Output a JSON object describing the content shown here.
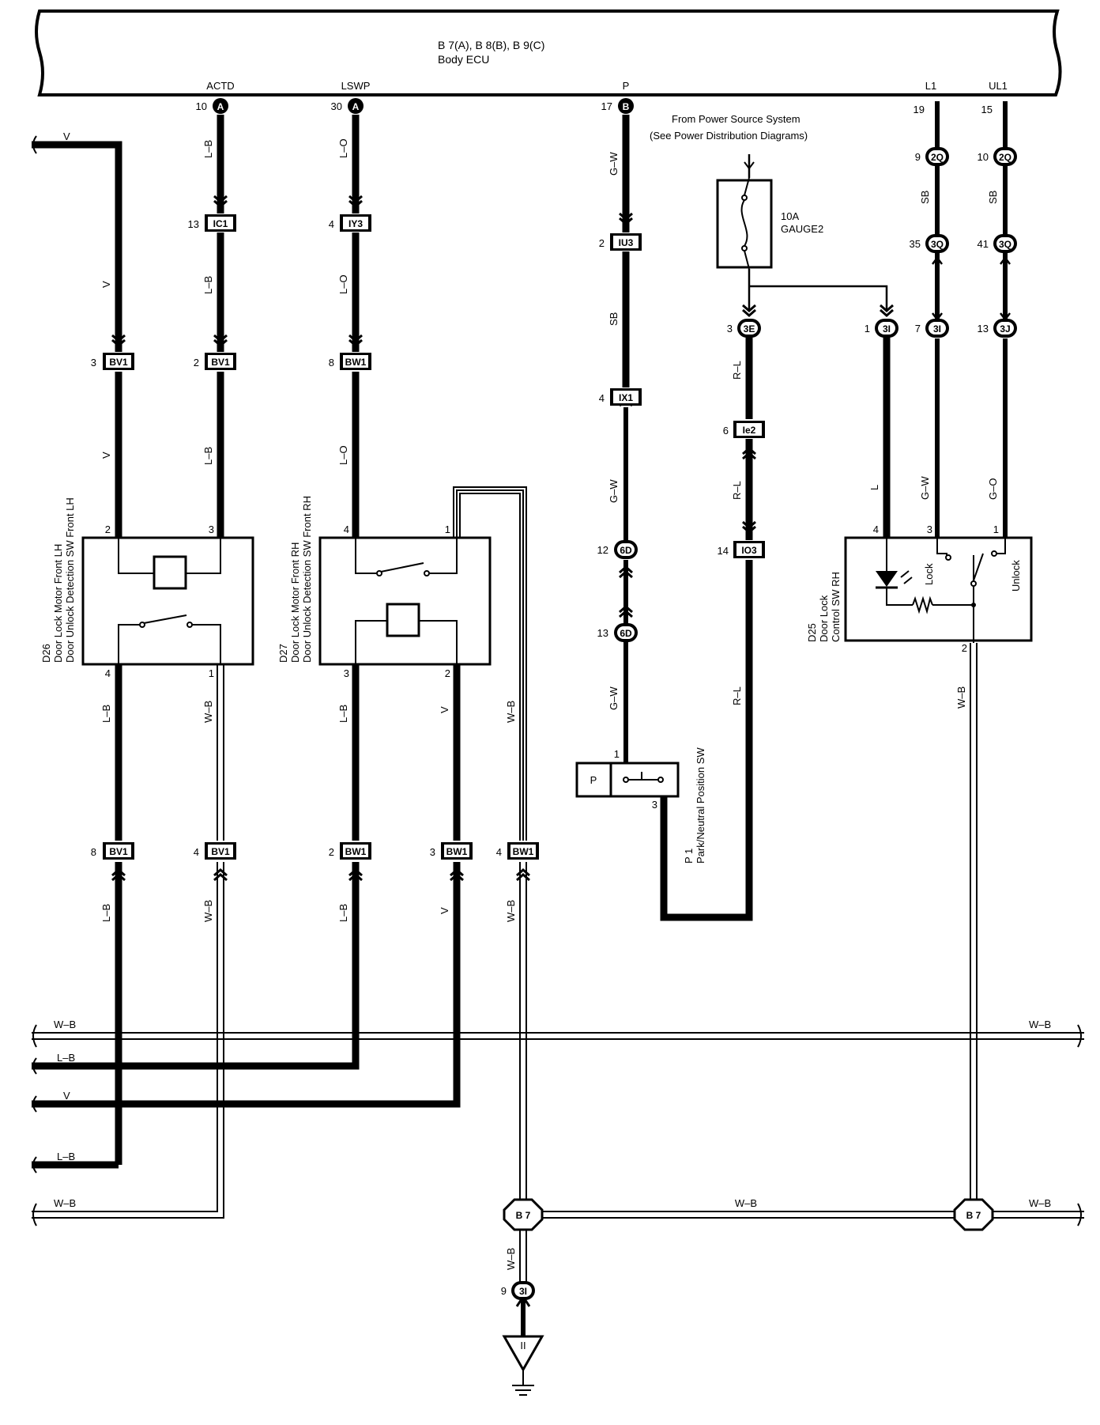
{
  "ecu": {
    "line1": "B 7(A), B 8(B), B 9(C)",
    "line2": "Body ECU",
    "terminals": [
      {
        "name": "ACTD",
        "pin": "10",
        "conn": "A"
      },
      {
        "name": "LSWP",
        "pin": "30",
        "conn": "A"
      },
      {
        "name": "P",
        "pin": "17",
        "conn": "B"
      },
      {
        "name": "L1",
        "pin": "19"
      },
      {
        "name": "UL1",
        "pin": "15"
      }
    ]
  },
  "power": {
    "line1": "From Power Source System",
    "line2": "(See Power Distribution Diagrams)",
    "fuse_amp": "10A",
    "fuse_name": "GAUGE2"
  },
  "wire_colors": {
    "left_v": "V",
    "actd": "L–B",
    "lswp": "L–O",
    "p_top": "G–W",
    "p_mid": "SB",
    "p_low": "G–W",
    "p_bottom": "G–W",
    "rl_top": "R–L",
    "rl_mid": "R–L",
    "rl_bottom": "R–L",
    "l": "L",
    "l1_top": "SB",
    "ul1_top": "SB",
    "l1_low": "G–W",
    "ul1_low": "G–O",
    "d25_out": "W–B",
    "d26_out4": "L–B",
    "d26_out1": "W–B",
    "d27_out3": "L–B",
    "d27_out2": "V",
    "d27_loop": "W–B",
    "bus_wb": "W–B",
    "bus_lb": "L–B",
    "bus_v": "V",
    "b7_ground": "W–B"
  },
  "connectors": {
    "ic1": "IC1",
    "iy3": "IY3",
    "iu3": "IU3",
    "ix1": "IX1",
    "bv1": "BV1",
    "bw1": "BW1",
    "c6d": "6D",
    "c3e": "3E",
    "ie2": "Ie2",
    "io3": "IO3",
    "c2q": "2Q",
    "c3q": "3Q",
    "c3i": "3I",
    "c3j": "3J",
    "b7": "B 7",
    "ground": "II"
  },
  "pins": {
    "ic1": "13",
    "iy3": "4",
    "iu3": "2",
    "ix1": "4",
    "bv1_v": "3",
    "bv1_lb": "2",
    "bw1_lo": "8",
    "c6d_a": "12",
    "c6d_b": "13",
    "c3e": "3",
    "ie2": "6",
    "io3": "14",
    "c2q_l1": "9",
    "c2q_ul1": "10",
    "c3q_l1": "35",
    "c3q_ul1": "41",
    "c3i_l": "1",
    "c3i_l1": "7",
    "c3j": "13",
    "d26_top_left": "2",
    "d26_top_right": "3",
    "d26_bot_left": "4",
    "d26_bot_right": "1",
    "d27_top_left": "4",
    "d27_top_right": "1",
    "d27_bot_left": "3",
    "d27_bot_right": "2",
    "d25_p4": "4",
    "d25_p3": "3",
    "d25_p1": "1",
    "d25_p2": "2",
    "p1_1": "1",
    "p1_3": "3",
    "bv1_lower_a": "8",
    "bv1_lower_b": "4",
    "bw1_lower_a": "2",
    "bw1_lower_b": "3",
    "bw1_lower_c": "4",
    "ground_pin": "9"
  },
  "components": {
    "d26": {
      "id": "D26",
      "name1": "Door Lock Motor Front LH",
      "name2": "Door Unlock Detection SW Front LH"
    },
    "d27": {
      "id": "D27",
      "name1": "Door Lock Motor Front RH",
      "name2": "Door Unlock Detection SW Front RH"
    },
    "d25": {
      "id": "D25",
      "name1": "Door Lock",
      "name2": "Control SW RH",
      "lock": "Lock",
      "unlock": "Unlock"
    },
    "p1": {
      "id": "P 1",
      "name": "Park/Neutral Position SW",
      "box": "P"
    }
  }
}
